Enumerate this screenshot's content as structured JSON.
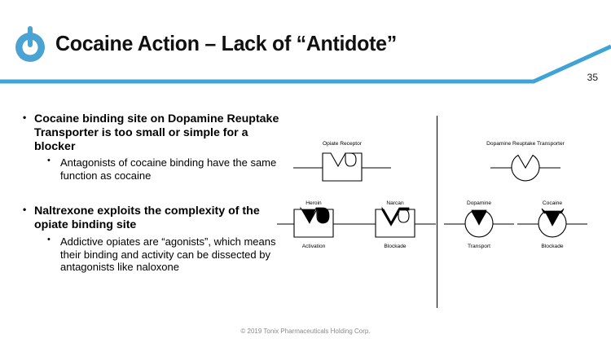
{
  "slide": {
    "title": "Cocaine Action – Lack of “Antidote”",
    "page_number": "35",
    "footer": "© 2019 Tonix Pharmaceuticals Holding Corp.",
    "accent_color": "#3FA3D6",
    "logo_name": "tonix-power-logo"
  },
  "body": {
    "blocks": [
      {
        "heading": "Cocaine binding site on Dopamine Reuptake Transporter is too small or simple for a blocker",
        "sub": "Antagonists of cocaine binding have the same function as cocaine"
      },
      {
        "heading": "Naltrexone exploits the complexity of the opiate binding site",
        "sub": "Addictive opiates are “agonists”, which means their binding and activity can be dissected by antagonists like naloxone"
      }
    ]
  },
  "diagram": {
    "left_column": {
      "top_label": "Opiate Receptor",
      "items": [
        {
          "ligand": "Heroin",
          "outcome": "Activation"
        },
        {
          "ligand": "Narcan",
          "outcome": "Blockade"
        }
      ]
    },
    "right_column": {
      "top_label": "Dopamine Reuptake Transporter",
      "items": [
        {
          "ligand": "Dopamine",
          "outcome": "Transport"
        },
        {
          "ligand": "Cocaine",
          "outcome": "Blockade"
        }
      ]
    }
  }
}
